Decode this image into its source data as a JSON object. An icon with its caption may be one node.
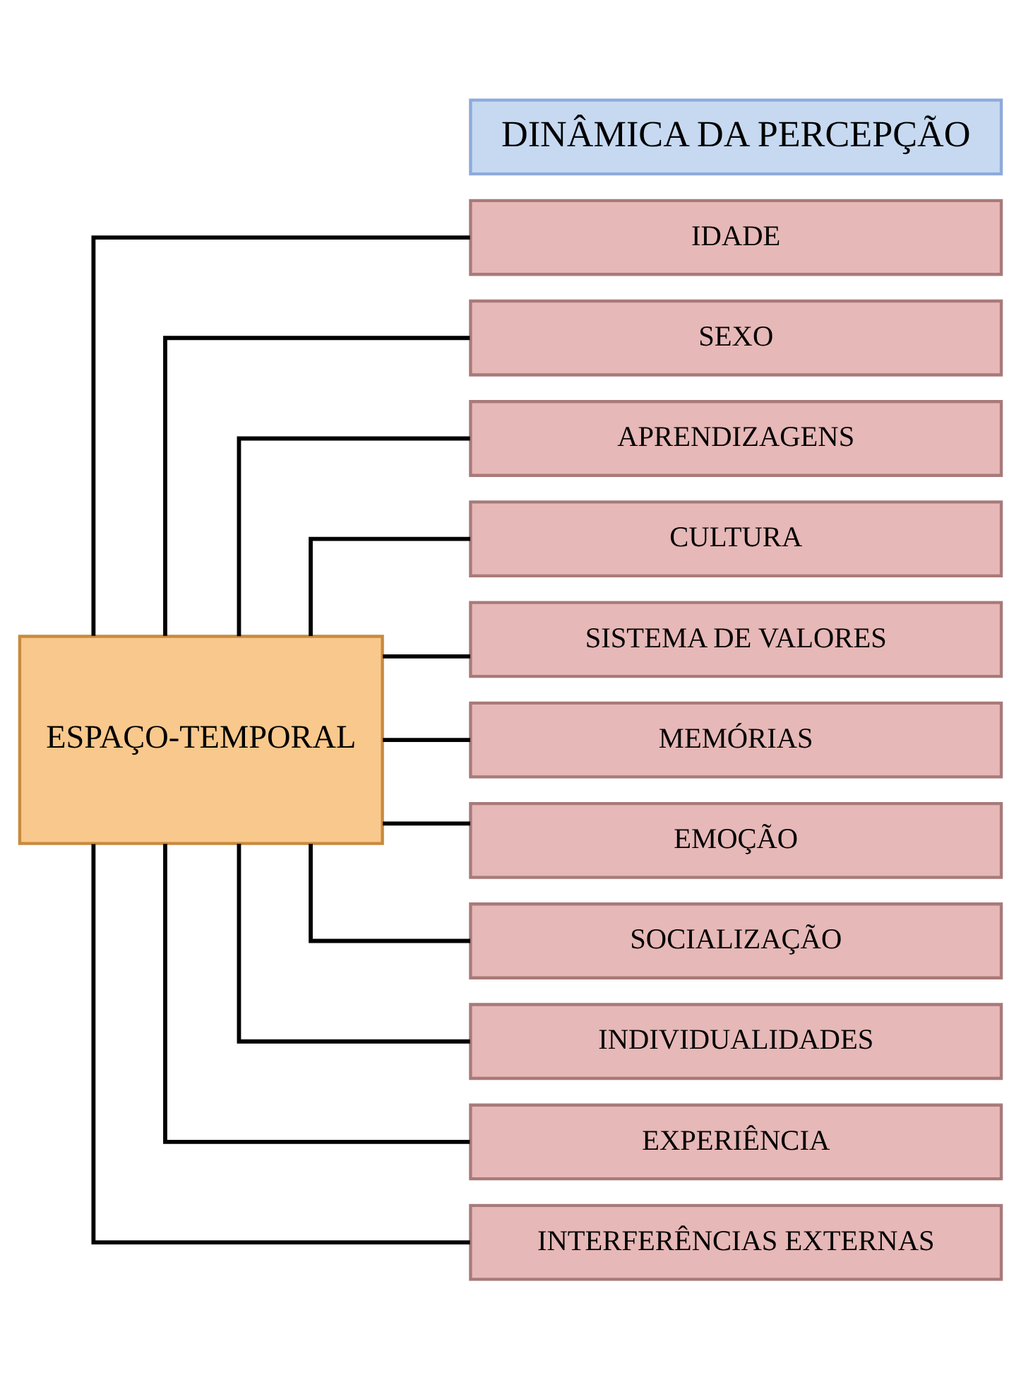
{
  "diagram": {
    "nodes": [
      {
        "text": [
          "DINÂMICA DA PERCEPÇÃO"
        ]
      },
      {
        "text": [
          "ESPAÇO-TEMPORAL"
        ]
      },
      {
        "text": [
          "IDADE"
        ]
      },
      {
        "text": [
          "SEXO"
        ]
      },
      {
        "text": [
          "APRENDIZAGENS"
        ]
      },
      {
        "text": [
          "CULTURA"
        ]
      },
      {
        "text": [
          "SISTEMA DE VALORES"
        ]
      },
      {
        "text": [
          "MEMÓRIAS"
        ]
      },
      {
        "text": [
          "EMOÇÃO"
        ]
      },
      {
        "text": [
          "SOCIALIZAÇÃO"
        ]
      },
      {
        "text": [
          "INDIVIDUALIDADES"
        ]
      },
      {
        "text": [
          "EXPERIÊNCIA"
        ]
      },
      {
        "text": [
          "INTERFERÊNCIAS EXTERNAS"
        ]
      }
    ],
    "edges": [
      {
        "from": 1,
        "to": 2,
        "arrow": "none"
      },
      {
        "from": 1,
        "to": 3,
        "arrow": "none"
      },
      {
        "from": 1,
        "to": 4,
        "arrow": "none"
      },
      {
        "from": 1,
        "to": 5,
        "arrow": "none"
      },
      {
        "from": 1,
        "to": 6,
        "arrow": "none"
      },
      {
        "from": 1,
        "to": 7,
        "arrow": "none"
      },
      {
        "from": 1,
        "to": 8,
        "arrow": "none"
      },
      {
        "from": 1,
        "to": 9,
        "arrow": "none"
      },
      {
        "from": 1,
        "to": 10,
        "arrow": "none"
      },
      {
        "from": 1,
        "to": 11,
        "arrow": "none"
      },
      {
        "from": 1,
        "to": 12,
        "arrow": "none"
      }
    ]
  }
}
